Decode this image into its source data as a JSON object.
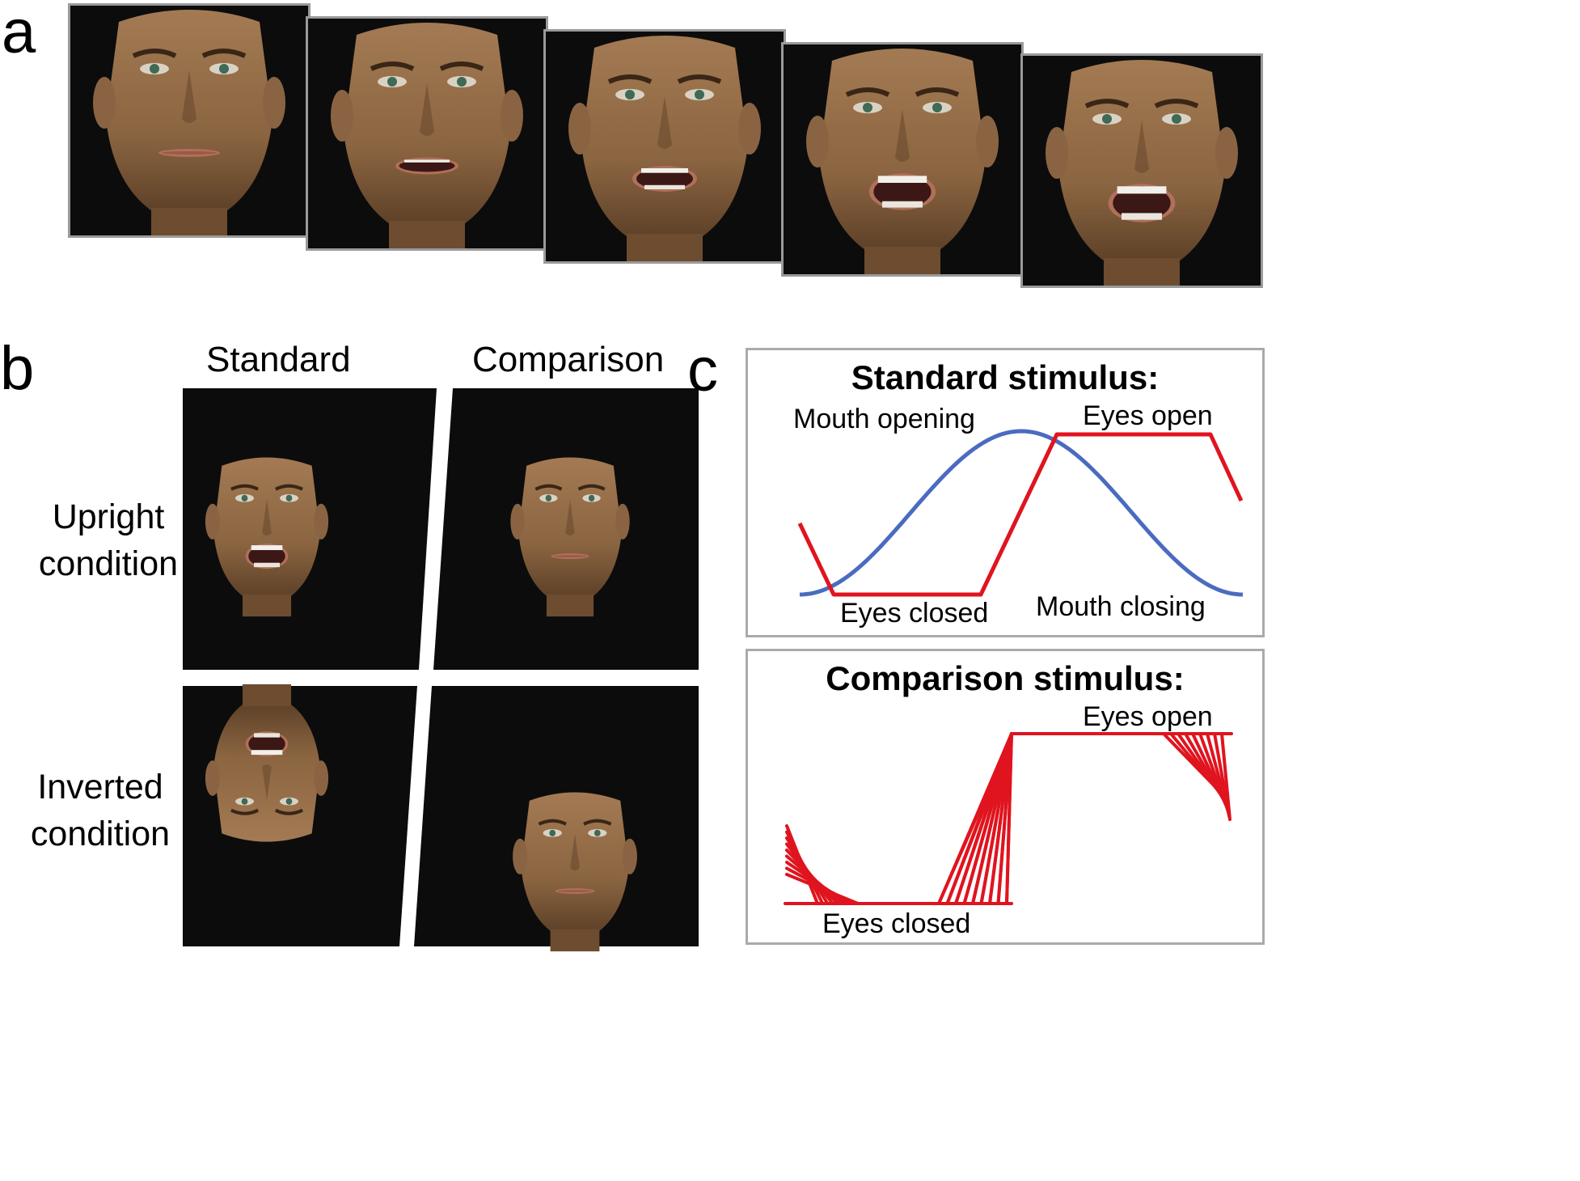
{
  "panels": {
    "a": {
      "letter": "a",
      "frame_count": 5,
      "mouth_open_fraction": [
        0.0,
        0.25,
        0.5,
        0.8,
        0.85
      ]
    },
    "b": {
      "letter": "b",
      "columns": [
        "Standard",
        "Comparison"
      ],
      "rows": [
        {
          "label_line1": "Upright",
          "label_line2": "condition"
        },
        {
          "label_line1": "Inverted",
          "label_line2": "condition"
        }
      ]
    },
    "c": {
      "letter": "c",
      "standard": {
        "title": "Standard stimulus:",
        "labels": {
          "mouth_opening": "Mouth opening",
          "eyes_open": "Eyes open",
          "eyes_closed": "Eyes closed",
          "mouth_closing": "Mouth closing"
        }
      },
      "comparison": {
        "title": "Comparison stimulus:",
        "labels": {
          "eyes_open": "Eyes open",
          "eyes_closed": "Eyes closed"
        }
      }
    }
  },
  "colors": {
    "mouth_curve": "#4a6bc0",
    "eyes_curve": "#e0141e",
    "background_frame": "#0c0c0c"
  }
}
